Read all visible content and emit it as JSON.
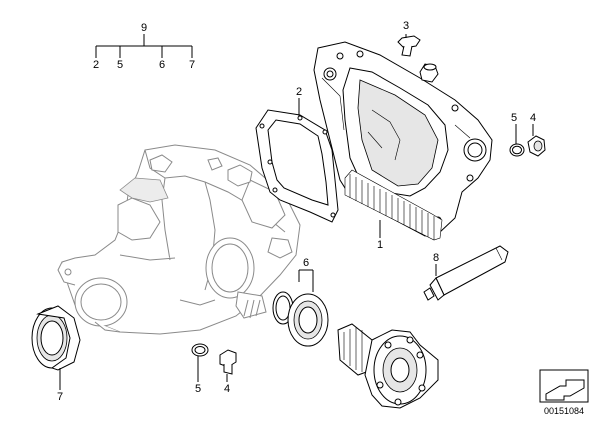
{
  "callouts": {
    "set_top": "9",
    "set_a": "2",
    "set_b": "5",
    "set_c": "6",
    "set_d": "7",
    "bolt": "3",
    "gasket": "2",
    "cover": "1",
    "ring_right": "5",
    "plug_right": "4",
    "sealant": "8",
    "seal_set": "6",
    "seal_left": "7",
    "ring_bottom": "5",
    "plug_bottom": "4"
  },
  "diagram_code": "00151084"
}
